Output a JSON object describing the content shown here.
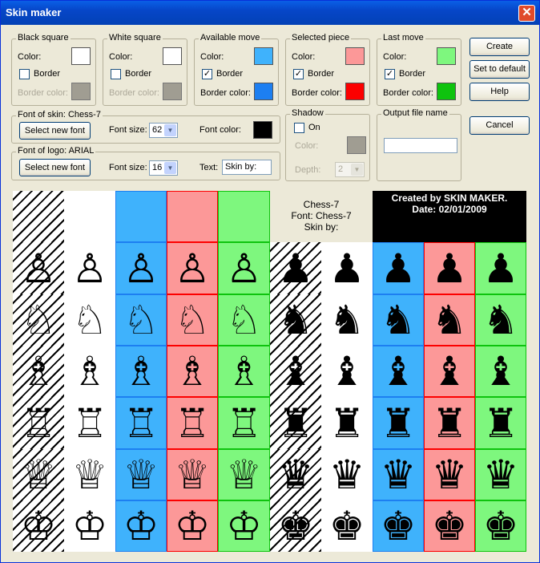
{
  "window": {
    "title": "Skin maker",
    "close_glyph": "✕"
  },
  "groups": {
    "black_square": {
      "title": "Black square",
      "color_label": "Color:",
      "color": "#ffffff",
      "border_label": "Border",
      "border_checked": false,
      "border_color_label": "Border color:",
      "border_color": "#a09d92"
    },
    "white_square": {
      "title": "White square",
      "color_label": "Color:",
      "color": "#ffffff",
      "border_label": "Border",
      "border_checked": false,
      "border_color_label": "Border color:",
      "border_color": "#a09d92"
    },
    "available_move": {
      "title": "Available move",
      "color_label": "Color:",
      "color": "#3fb2fc",
      "border_label": "Border",
      "border_checked": true,
      "border_color_label": "Border color:",
      "border_color": "#1d7ff1"
    },
    "selected_piece": {
      "title": "Selected piece",
      "color_label": "Color:",
      "color": "#fc9898",
      "border_label": "Border",
      "border_checked": true,
      "border_color_label": "Border color:",
      "border_color": "#fc0000"
    },
    "last_move": {
      "title": "Last move",
      "color_label": "Color:",
      "color": "#7ef77e",
      "border_label": "Border",
      "border_checked": true,
      "border_color_label": "Border color:",
      "border_color": "#0ec30e"
    }
  },
  "font_skin": {
    "title": "Font of skin: Chess-7",
    "select_label": "Select new font",
    "size_label": "Font size:",
    "size": "62",
    "color_label": "Font color:",
    "color": "#000000"
  },
  "font_logo": {
    "title": "Font of logo: ARIAL",
    "select_label": "Select new font",
    "size_label": "Font size:",
    "size": "16",
    "text_label": "Text:",
    "text_value": "Skin by:"
  },
  "shadow": {
    "title": "Shadow",
    "on_label": "On",
    "on_checked": false,
    "color_label": "Color:",
    "color": "#a09d92",
    "depth_label": "Depth:",
    "depth": "2"
  },
  "output": {
    "title": "Output file name",
    "value": ""
  },
  "buttons": {
    "create": "Create",
    "set_default": "Set to default",
    "help": "Help",
    "cancel": "Cancel"
  },
  "check_glyph": "✓",
  "preview": {
    "info_white": [
      "Chess-7",
      "Font: Chess-7",
      "Skin by:"
    ],
    "info_black": [
      "Created by SKIN MAKER.",
      "Date: 02/01/2009"
    ],
    "pieces_white": [
      "♙",
      "♘",
      "♗",
      "♖",
      "♕",
      "♔"
    ],
    "pieces_black": [
      "♟",
      "♞",
      "♝",
      "♜",
      "♛",
      "♚"
    ],
    "column_colors": [
      "hatch",
      "#ffffff",
      "#3fb2fc",
      "#fc9898",
      "#7ef77e",
      "hatch",
      "#ffffff",
      "#3fb2fc",
      "#fc9898",
      "#7ef77e"
    ],
    "border_colors": [
      "",
      "",
      "#1d7ff1",
      "#fc0000",
      "#0ec30e",
      "",
      "",
      "#1d7ff1",
      "#fc0000",
      "#0ec30e"
    ]
  }
}
